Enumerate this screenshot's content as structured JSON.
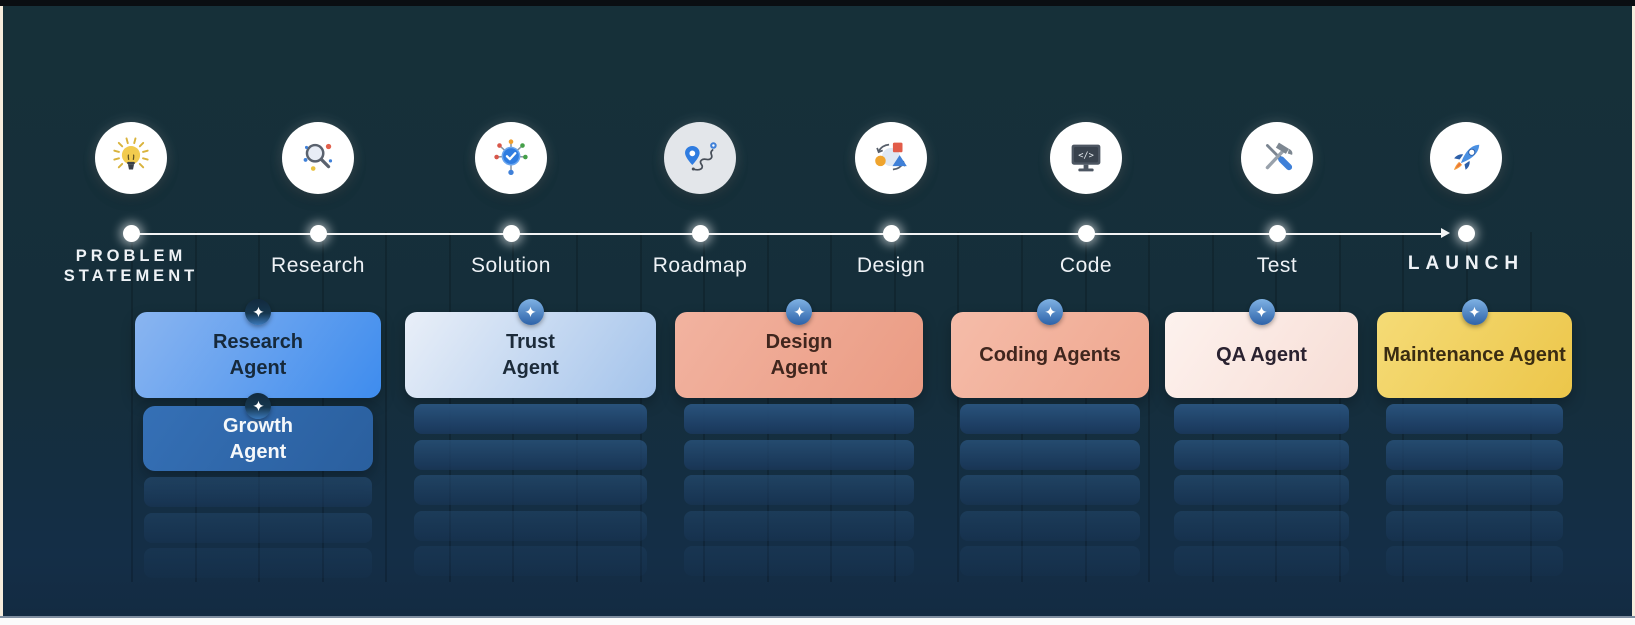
{
  "frame": {
    "top_bar_color": "#0a0e12",
    "border_color": "#f6ecdc",
    "bottom_strip_color": "#fbfbfb",
    "panel_bg_top": "#163039",
    "panel_bg_bottom": "#132b42"
  },
  "timeline": {
    "line_color": "#ffffff",
    "node_color": "#ffffff",
    "stages": [
      {
        "label": "PROBLEM STATEMENT",
        "lines": [
          "PROBLEM",
          "STATEMENT"
        ],
        "emphasis": true,
        "icon": "lightbulb-icon",
        "icon_bg": "#ffffff"
      },
      {
        "label": "Research",
        "icon": "magnifier-icon",
        "icon_bg": "#ffffff"
      },
      {
        "label": "Solution",
        "icon": "network-check-icon",
        "icon_bg": "#ffffff"
      },
      {
        "label": "Roadmap",
        "icon": "route-map-icon",
        "icon_bg": "#e3e6ea"
      },
      {
        "label": "Design",
        "icon": "shapes-cycle-icon",
        "icon_bg": "#ffffff"
      },
      {
        "label": "Code",
        "icon": "code-monitor-icon",
        "icon_bg": "#ffffff"
      },
      {
        "label": "Test",
        "icon": "tools-icon",
        "icon_bg": "#ffffff"
      },
      {
        "label": "LAUNCH",
        "emphasis": true,
        "launch": true,
        "icon": "rocket-icon",
        "icon_bg": "#ffffff"
      }
    ]
  },
  "columns": [
    {
      "cards": [
        {
          "label": "Research Agent",
          "lines": [
            "Research",
            "Agent"
          ],
          "bg_start": "#8ab5f0",
          "bg_end": "#3e8cee",
          "text_color": "#16293b",
          "badge": "dark"
        },
        {
          "label": "Growth Agent",
          "lines": [
            "Growth",
            "Agent"
          ],
          "bg_start": "#3570b6",
          "bg_end": "#2a5f9e",
          "text_color": "#f5f8fa",
          "badge": "dark"
        }
      ],
      "ghost_bars": 3
    },
    {
      "cards": [
        {
          "label": "Trust Agent",
          "lines": [
            "Trust",
            "Agent"
          ],
          "bg_start": "#e9eff8",
          "bg_end": "#a3c3eb",
          "text_color": "#1c2b3a",
          "badge": "blue"
        }
      ],
      "ghost_bars": 5
    },
    {
      "cards": [
        {
          "label": "Design Agent",
          "lines": [
            "Design",
            "Agent"
          ],
          "bg_start": "#f2b3a0",
          "bg_end": "#ea9b83",
          "text_color": "#40261e",
          "badge": "blue"
        }
      ],
      "ghost_bars": 5
    },
    {
      "cards": [
        {
          "label": "Coding Agents",
          "lines": [
            "Coding Agents"
          ],
          "bg_start": "#f5bca9",
          "bg_end": "#efa78f",
          "text_color": "#40261e",
          "badge": "blue"
        }
      ],
      "ghost_bars": 5
    },
    {
      "cards": [
        {
          "label": "QA Agent",
          "lines": [
            "QA Agent"
          ],
          "bg_start": "#fdf2ee",
          "bg_end": "#f7ddd5",
          "text_color": "#2a2230",
          "badge": "blue"
        }
      ],
      "ghost_bars": 5
    },
    {
      "cards": [
        {
          "label": "Maintenance Agent",
          "lines": [
            "Maintenance Agent"
          ],
          "bg_start": "#f5db76",
          "bg_end": "#ecc64a",
          "text_color": "#3a2c12",
          "badge": "blue"
        }
      ],
      "ghost_bars": 5
    }
  ],
  "colors": {
    "ghost_bar_top": "#2b5681",
    "ghost_bar_bottom": "#1c3c62",
    "badge_star": "#ffffff",
    "accent_blue": "#2d62a8"
  }
}
